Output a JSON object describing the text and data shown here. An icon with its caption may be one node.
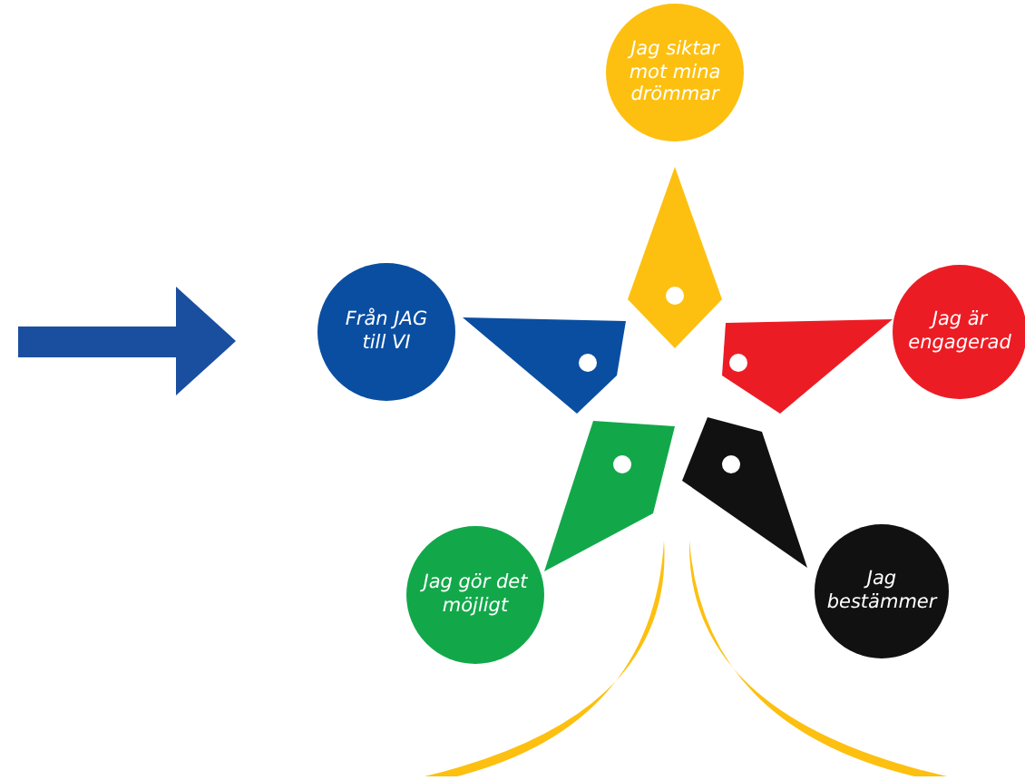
{
  "diagram": {
    "nodes": [
      {
        "text": [
          "Jag siktar mot mina drömmar"
        ]
      },
      {
        "text": [
          "Från JAG till VI"
        ]
      },
      {
        "text": [
          "Jag är engagerad"
        ]
      },
      {
        "text": [
          "Jag gör det möjligt"
        ]
      },
      {
        "text": [
          "Jag bestämmer"
        ]
      }
    ]
  }
}
